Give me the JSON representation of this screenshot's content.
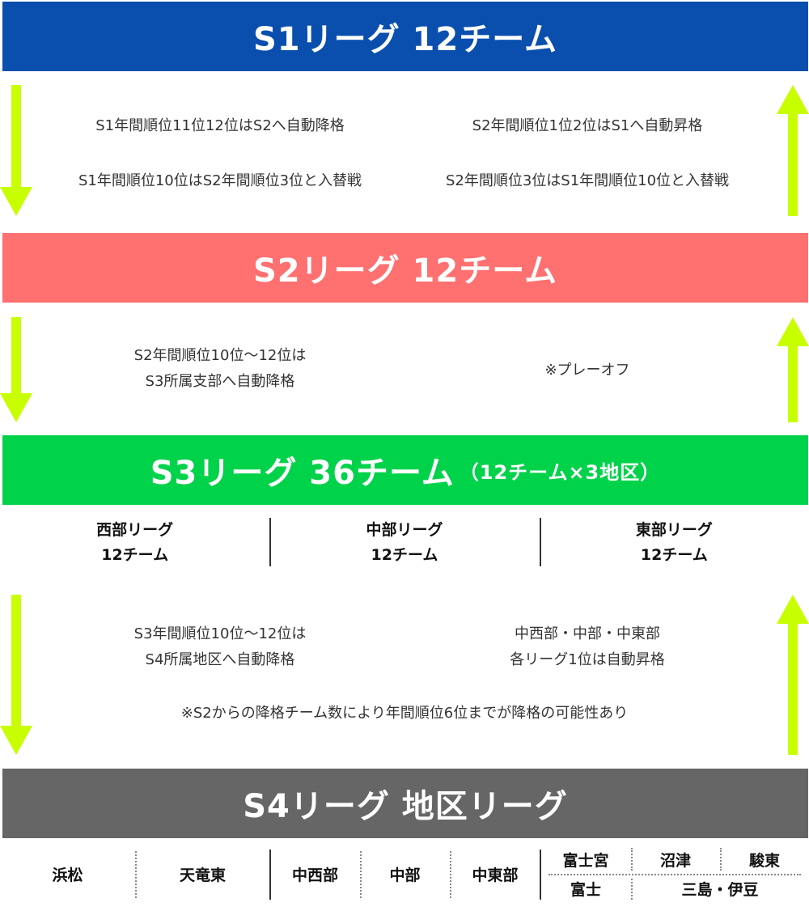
{
  "colors": {
    "s1": "#0a4fad",
    "s2": "#ff7070",
    "s3": "#00d24a",
    "s4": "#666666",
    "arrow": "#c8ff00"
  },
  "s1": {
    "title": "S1リーグ 12チーム"
  },
  "s1_notes": {
    "left_1": "S1年間順位11位12位はS2へ自動降格",
    "left_2": "S1年間順位10位はS2年間順位3位と入替戦",
    "right_1": "S2年間順位1位2位はS1へ自動昇格",
    "right_2": "S2年間順位3位はS1年間順位10位と入替戦"
  },
  "s2": {
    "title": "S2リーグ 12チーム"
  },
  "s2_notes": {
    "left_1": "S2年間順位10位〜12位は",
    "left_2": "S3所属支部へ自動降格",
    "right": "※プレーオフ"
  },
  "s3": {
    "title": "S3リーグ 36チーム",
    "subtitle": "（12チーム×3地区）"
  },
  "s3_divisions": [
    {
      "name": "西部リーグ",
      "teams": "12チーム"
    },
    {
      "name": "中部リーグ",
      "teams": "12チーム"
    },
    {
      "name": "東部リーグ",
      "teams": "12チーム"
    }
  ],
  "s3_notes": {
    "left_1": "S3年間順位10位〜12位は",
    "left_2": "S4所属地区へ自動降格",
    "right_1": "中西部・中部・中東部",
    "right_2": "各リーグ1位は自動昇格",
    "footnote": "※S2からの降格チーム数により年間順位6位までが降格の可能性あり"
  },
  "s4": {
    "title": "S4リーグ 地区リーグ"
  },
  "s4_regions": {
    "hamamatsu": "浜松",
    "tenryu_higashi": "天竜東",
    "chuseibu": "中西部",
    "chubu": "中部",
    "chutobu": "中東部",
    "fujinomiya": "富士宮",
    "numazu": "沼津",
    "sunto": "駿東",
    "fuji": "富士",
    "mishima_izu": "三島・伊豆"
  }
}
